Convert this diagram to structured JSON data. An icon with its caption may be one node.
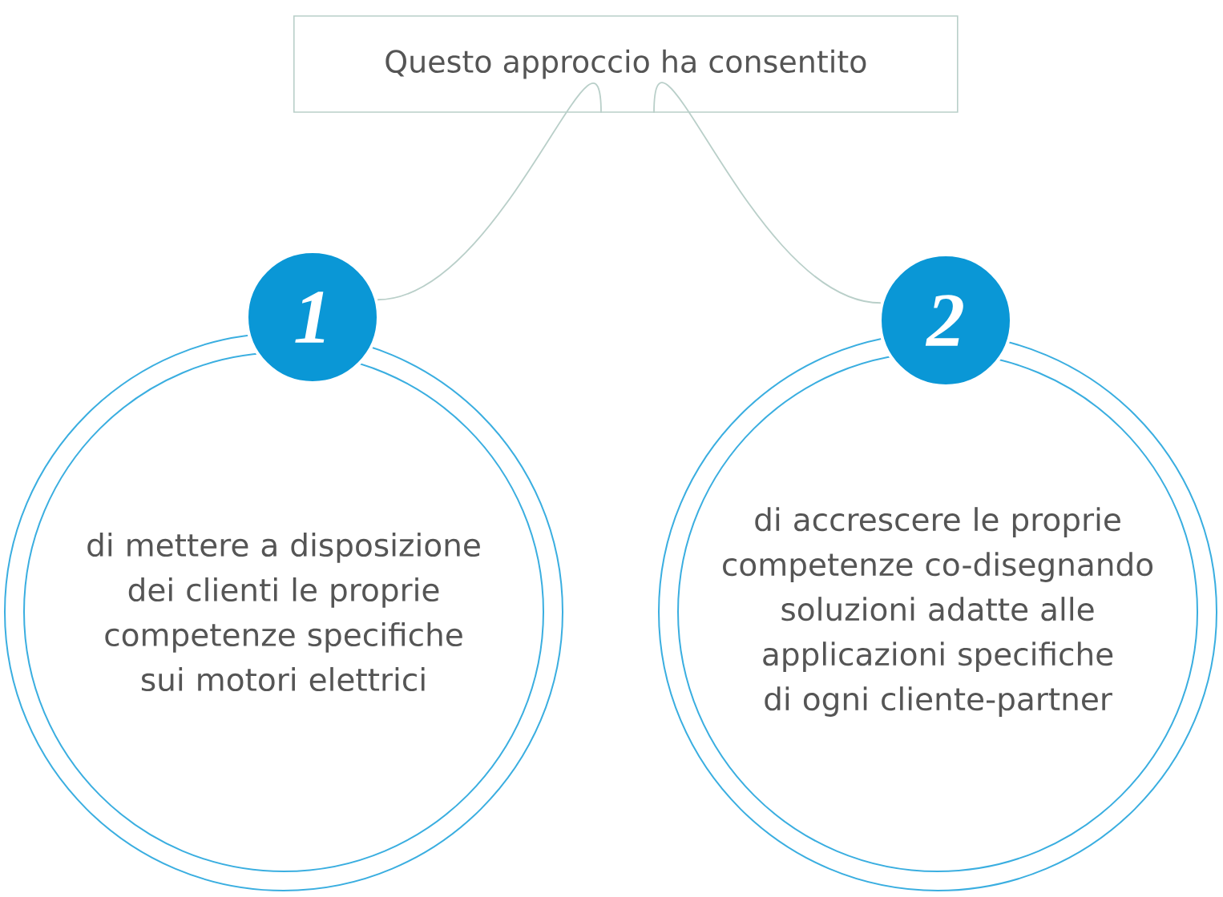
{
  "diagram": {
    "nodes": [
      {
        "text": [
          "Questo approccio ha consentito"
        ]
      },
      {
        "text": [
          "1"
        ]
      },
      {
        "text": [
          "di mettere a disposizione dei clienti le proprie competenze specifiche sui motori elettrici"
        ]
      },
      {
        "text": [
          "2"
        ]
      },
      {
        "text": [
          "di accrescere le proprie competenze co-disegnando soluzioni adatte alle applicazioni specifiche di ogni cliente-partner"
        ]
      }
    ],
    "edges": [
      {
        "from": 0,
        "to": 1,
        "arrow": "none"
      },
      {
        "from": 0,
        "to": 3,
        "arrow": "none"
      }
    ]
  }
}
